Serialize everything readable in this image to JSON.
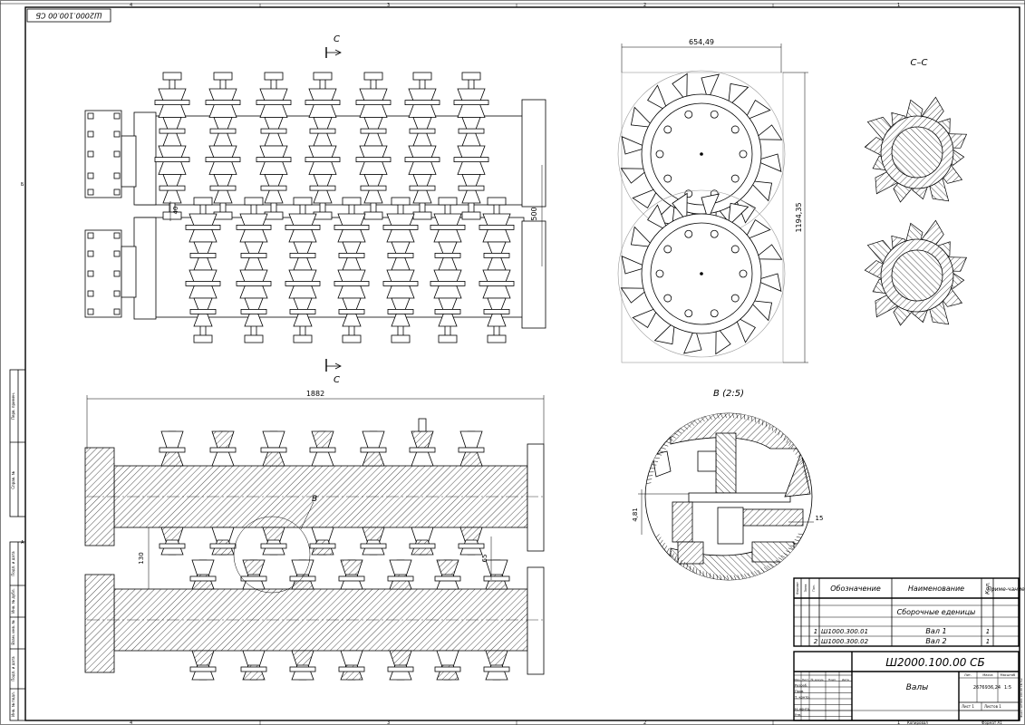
{
  "document": {
    "stamp_code_rotated": "Ш2000.100.00 СБ",
    "zone_numbers_top": [
      "4",
      "3",
      "2",
      "1"
    ],
    "zone_numbers_bottom": [
      "4",
      "3",
      "2",
      "1"
    ],
    "zone_letters_side": [
      "Б",
      "А"
    ]
  },
  "left_margin_labels": [
    "Перв. примен.",
    "Справ. №",
    "Подп. и дата",
    "Инв. № дубл.",
    "Взам. инв. №",
    "Подп. и дата",
    "Инв. № подл."
  ],
  "views": {
    "section_mark": "С",
    "section_title": "С–С",
    "detail_title": "В (2:5)",
    "detail_mark": "В"
  },
  "dimensions": {
    "width_end": "654,49",
    "height_end": "1194,35",
    "gap_top": "40",
    "length_top": "500",
    "length_bottom": "1882",
    "spacing_bottom": "130",
    "offset_bottom": "65",
    "detail_a": "4,81",
    "detail_b": "15"
  },
  "spec_table": {
    "headers": {
      "format": "Формат",
      "zone": "Зона",
      "pos": "Поз.",
      "designation": "Обозначение",
      "name": "Наименование",
      "qty": "Кол.",
      "note": "Приме-чание"
    },
    "section_label": "Сборочные еденицы",
    "rows": [
      {
        "pos": "1",
        "designation": "Ш1000.300.01",
        "name": "Вал 1",
        "qty": "1"
      },
      {
        "pos": "2",
        "designation": "Ш1000.300.02",
        "name": "Вал 2",
        "qty": "1"
      }
    ]
  },
  "title_block": {
    "code": "Ш2000.100.00 СБ",
    "name": "Валы",
    "col_headers": [
      "Изм.",
      "Лист",
      "№ докум.",
      "Подп.",
      "Дата"
    ],
    "role_labels": [
      "Разраб.",
      "Пров.",
      "Т. контр.",
      "",
      "Н. контр.",
      "Утв."
    ],
    "lit_label": "Лит.",
    "mass_label": "Масса",
    "scale_label": "Масштаб",
    "mass_value": "2676936,24",
    "scale_value": "1:5",
    "sheet_label": "Лист 1",
    "sheets_label": "Листов 1",
    "copied_label": "Копировал",
    "format_label": "Формат А1",
    "side_note": "Файл: ШТ000.100.00 СБ.frw"
  }
}
